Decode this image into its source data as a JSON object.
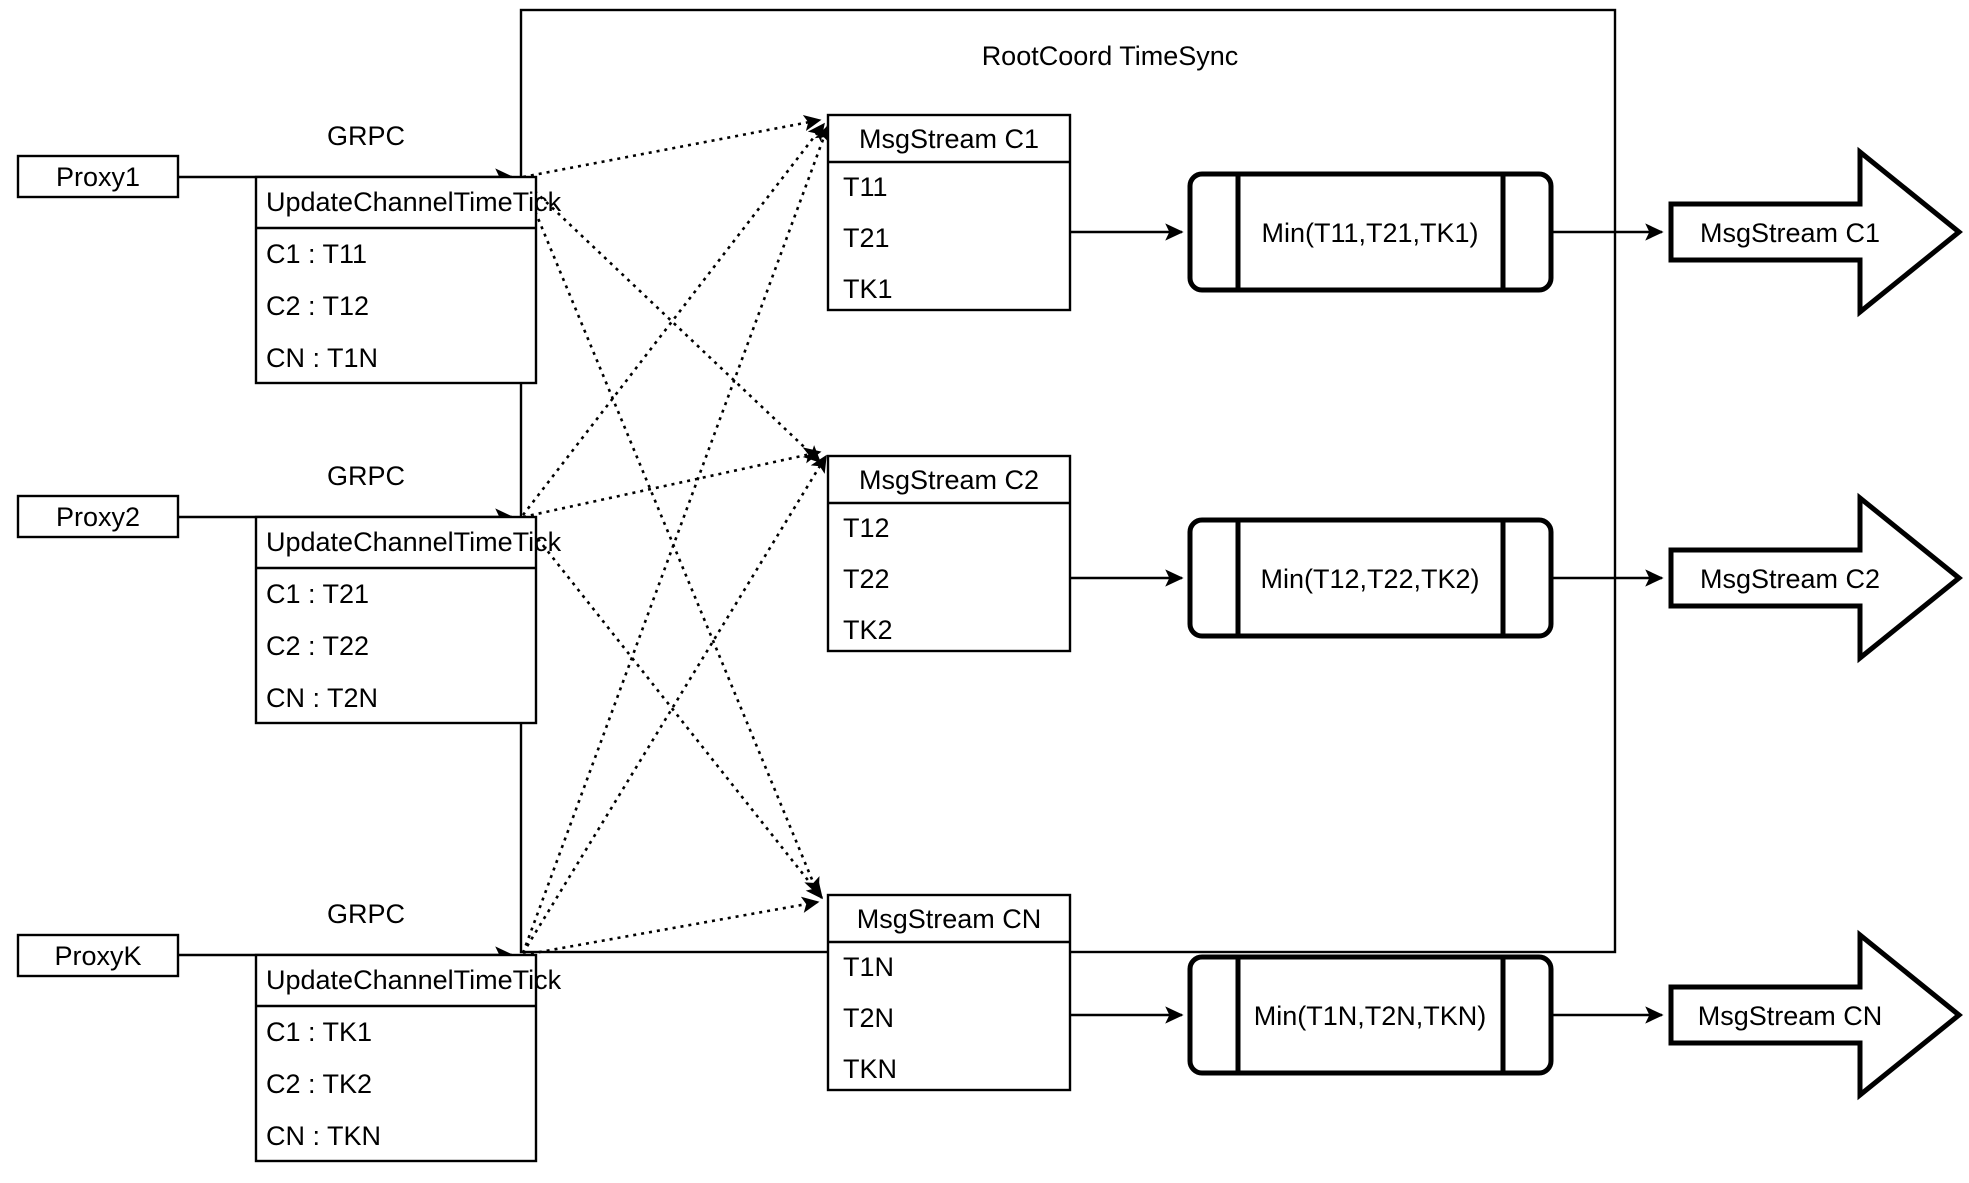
{
  "diagram": {
    "title": "RootCoord TimeSync",
    "proxies": [
      {
        "name": "Proxy1",
        "protocol_label": "GRPC",
        "request": {
          "header": "UpdateChannelTimeTick",
          "rows": [
            "C1 :  T11",
            "C2 :  T12",
            "CN : T1N"
          ]
        }
      },
      {
        "name": "Proxy2",
        "protocol_label": "GRPC",
        "request": {
          "header": "UpdateChannelTimeTick",
          "rows": [
            "C1 :  T21",
            "C2 :  T22",
            "CN : T2N"
          ]
        }
      },
      {
        "name": "ProxyK",
        "protocol_label": "GRPC",
        "request": {
          "header": "UpdateChannelTimeTick",
          "rows": [
            "C1 :  TK1",
            "C2 :  TK2",
            "CN : TKN"
          ]
        }
      }
    ],
    "channels": [
      {
        "stream": {
          "header": "MsgStream C1",
          "rows": [
            "T11",
            "T21",
            "TK1"
          ]
        },
        "reducer": "Min(T11,T21,TK1)",
        "output": "MsgStream C1"
      },
      {
        "stream": {
          "header": "MsgStream C2",
          "rows": [
            "T12",
            "T22",
            "TK2"
          ]
        },
        "reducer": "Min(T12,T22,TK2)",
        "output": "MsgStream C2"
      },
      {
        "stream": {
          "header": "MsgStream CN",
          "rows": [
            "T1N",
            "T2N",
            "TKN"
          ]
        },
        "reducer": "Min(T1N,T2N,TKN)",
        "output": "MsgStream CN"
      }
    ],
    "colors": {
      "stroke": "#000000",
      "fill": "#ffffff"
    }
  }
}
